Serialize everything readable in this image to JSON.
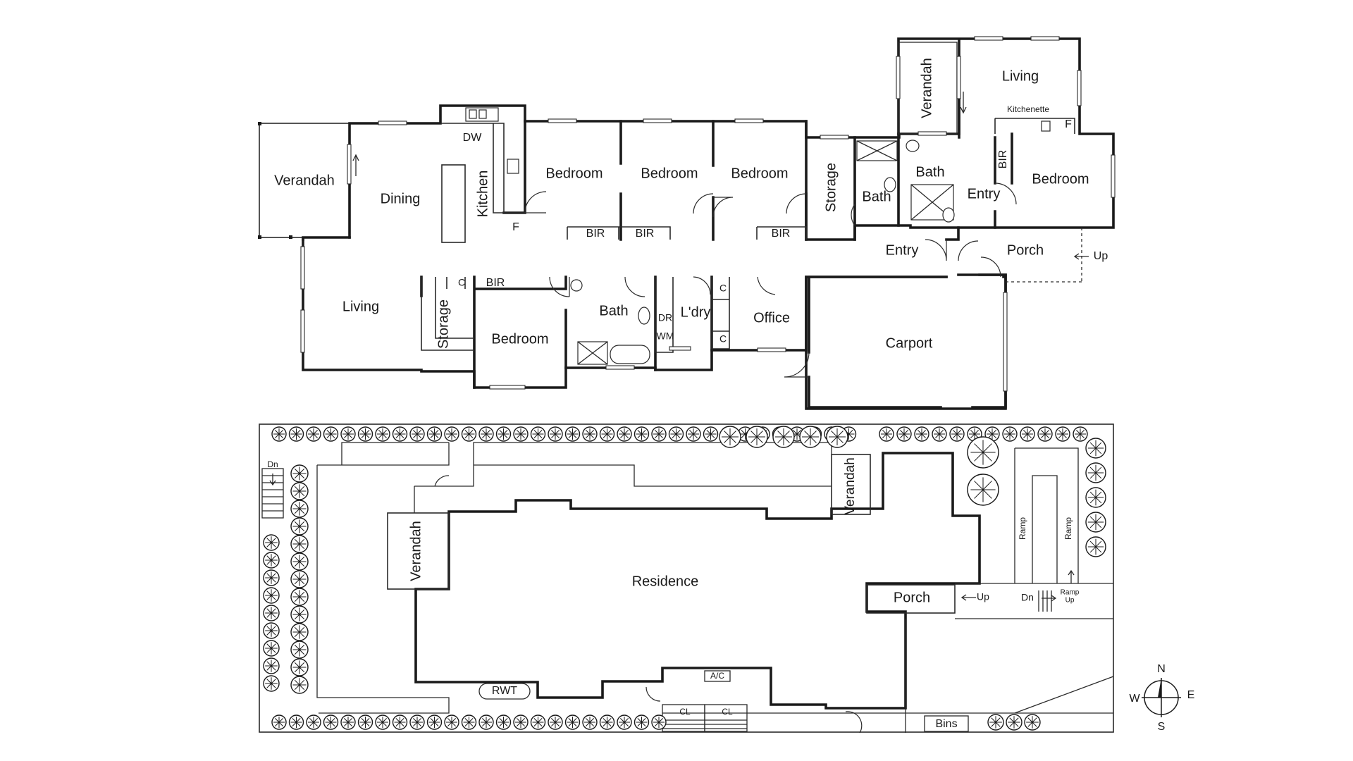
{
  "floor_plan": {
    "rooms": {
      "verandah_west": "Verandah",
      "dining": "Dining",
      "kitchen": "Kitchen",
      "bedroom_1": "Bedroom",
      "bedroom_2": "Bedroom",
      "bedroom_3": "Bedroom",
      "storage_north": "Storage",
      "bath_small": "Bath",
      "bath_ensuite": "Bath",
      "verandah_north": "Verandah",
      "living_north": "Living",
      "kitchenette": "Kitchenette",
      "entry_inner": "Entry",
      "bedroom_4": "Bedroom",
      "entry": "Entry",
      "porch": "Porch",
      "up": "Up",
      "living_south": "Living",
      "storage_south": "Storage",
      "bedroom_5": "Bedroom",
      "bath_main": "Bath",
      "laundry": "L'dry",
      "office": "Office",
      "carport": "Carport"
    },
    "fixtures": {
      "dw": "DW",
      "f_kitchen": "F",
      "f_kitchenette": "F",
      "bir_1": "BIR",
      "bir_2": "BIR",
      "bir_3": "BIR",
      "bir_4": "BIR",
      "bir_5": "BIR",
      "c_1": "C",
      "c_2": "C",
      "c_3": "C",
      "dr": "DR",
      "wm": "WM"
    }
  },
  "site_plan": {
    "labels": {
      "residence": "Residence",
      "verandah_west": "Verandah",
      "verandah_north": "Verandah",
      "porch": "Porch",
      "up": "Up",
      "dn_ramp": "Dn",
      "ramp_up": "Ramp",
      "ramp_up2": "Up",
      "ramp_left": "Ramp",
      "ramp_right": "Ramp",
      "dn_stairs": "Dn",
      "rwt": "RWT",
      "ac": "A/C",
      "cl_1": "CL",
      "cl_2": "CL",
      "bins": "Bins"
    }
  },
  "compass": {
    "n": "N",
    "s": "S",
    "e": "E",
    "w": "W"
  }
}
